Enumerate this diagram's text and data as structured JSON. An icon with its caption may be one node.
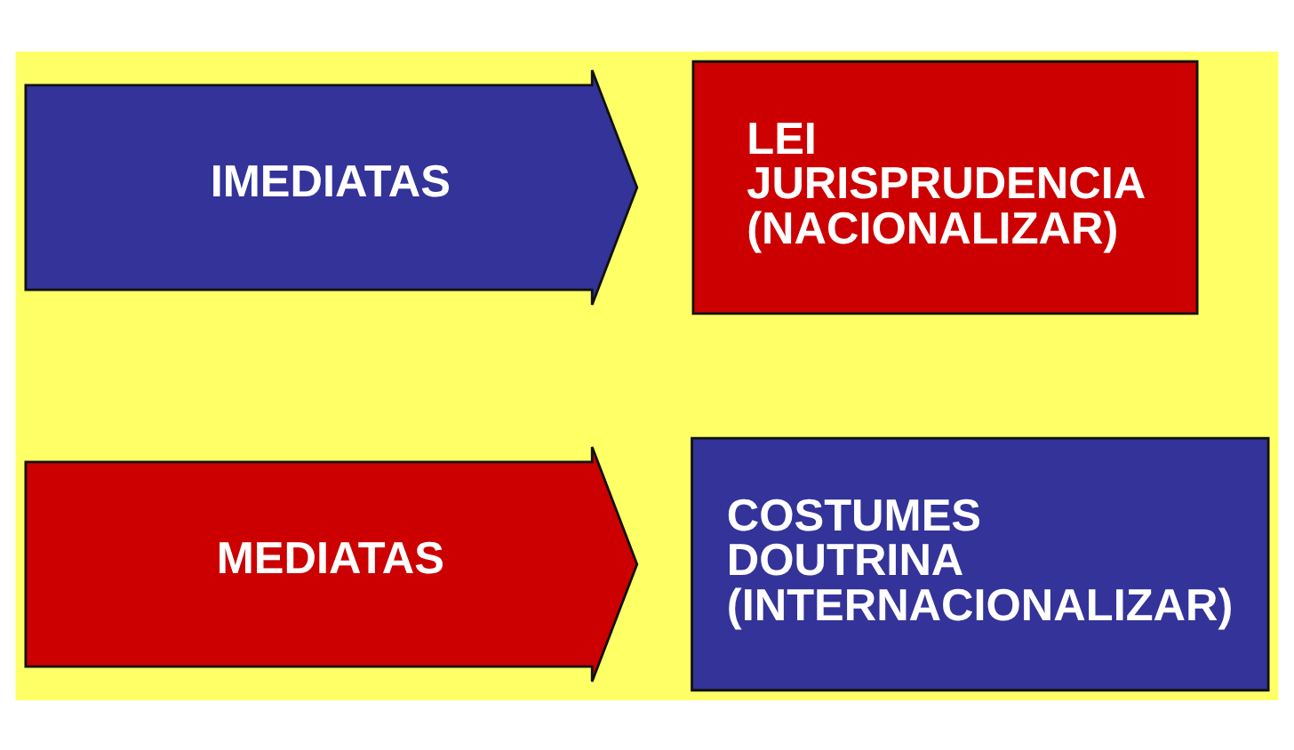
{
  "diagram": {
    "nodes": [
      {
        "text": [
          "IMEDIATAS"
        ]
      },
      {
        "text": [
          "LEI",
          "JURISPRUDENCIA",
          "(NACIONALIZAR)"
        ]
      },
      {
        "text": [
          "MEDIATAS"
        ]
      },
      {
        "text": [
          "COSTUMES",
          "DOUTRINA",
          "(INTERNACIONALIZAR)"
        ]
      }
    ]
  }
}
